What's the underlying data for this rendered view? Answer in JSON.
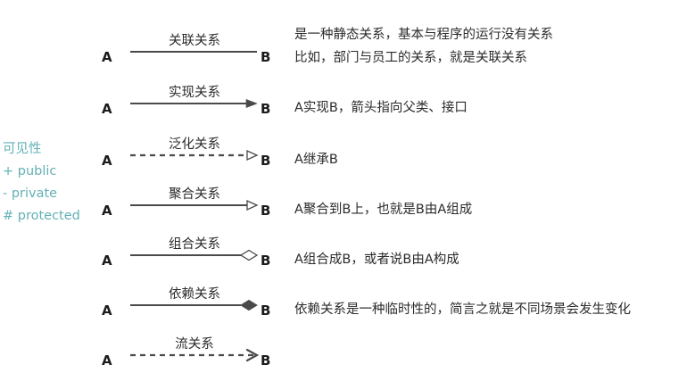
{
  "visibility": {
    "title": "可见性",
    "items": [
      "+ public",
      "- private",
      "# protected"
    ],
    "color": "#63b1b6"
  },
  "diagram": {
    "source_label": "A",
    "target_label": "B",
    "line_color": "#4a4a4a",
    "text_color": "#2b2b2b",
    "rows": [
      {
        "name": "关联关系",
        "line_style": "solid",
        "arrow_type": "none",
        "description": [
          "是一种静态关系，基本与程序的运行没有关系",
          "比如，部门与员工的关系，就是关联关系"
        ]
      },
      {
        "name": "实现关系",
        "line_style": "solid",
        "arrow_type": "filled-triangle",
        "description": [
          "A实现B，箭头指向父类、接口"
        ]
      },
      {
        "name": "泛化关系",
        "line_style": "dashed",
        "arrow_type": "hollow-triangle",
        "description": [
          "A继承B"
        ]
      },
      {
        "name": "聚合关系",
        "line_style": "solid",
        "arrow_type": "hollow-triangle",
        "description": [
          "A聚合到B上，也就是B由A组成"
        ]
      },
      {
        "name": "组合关系",
        "line_style": "solid",
        "arrow_type": "hollow-diamond",
        "description": [
          "A组合成B，或者说B由A构成"
        ]
      },
      {
        "name": "依赖关系",
        "line_style": "solid",
        "arrow_type": "filled-diamond",
        "description": [
          "依赖关系是一种临时性的，简言之就是不同场景会发生变化"
        ]
      },
      {
        "name": "流关系",
        "line_style": "dashed",
        "arrow_type": "open-arrow",
        "description": []
      }
    ]
  }
}
